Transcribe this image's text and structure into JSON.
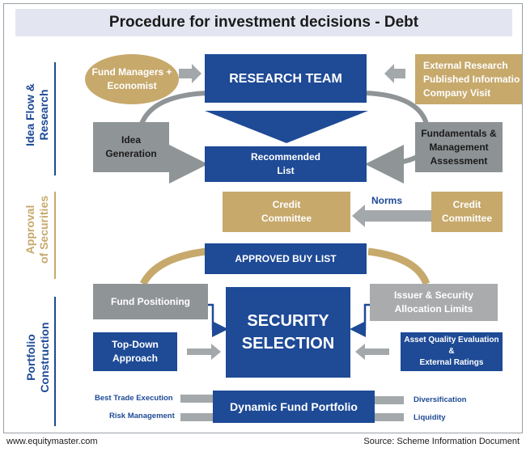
{
  "title": "Procedure for investment decisions - Debt",
  "sections": {
    "idea": "Idea Flow &\nResearch",
    "approval": "Approval\nof Securities",
    "portfolio": "Portfolio\nConstruction"
  },
  "boxes": {
    "fund_managers": "Fund Managers +\nEconomist",
    "research_team": "RESEARCH TEAM",
    "external_research": "External Research\nPublished Informatio\nCompany Visit",
    "idea_generation": "Idea\nGeneration",
    "recommended_list": "Recommended\nList",
    "fundamentals": "Fundamentals &\nManagement\nAssessment",
    "credit_committee_left": "Credit\nCommittee",
    "credit_committee_right": "Credit\nCommittee",
    "approved_buy_list": "APPROVED BUY LIST",
    "fund_positioning": "Fund Positioning",
    "issuer_limits": "Issuer & Security\nAllocation Limits",
    "security_selection": "SECURITY\nSELECTION",
    "top_down": "Top-Down\nApproach",
    "asset_quality": "Asset Quality Evaluation &\nExternal Ratings",
    "dynamic_portfolio": "Dynamic Fund Portfolio"
  },
  "labels": {
    "norms": "Norms",
    "best_trade": "Best Trade  Execution",
    "risk_management": "Risk Management",
    "diversification": "Diversification",
    "liquidity": "Liquidity"
  },
  "footer": {
    "left": "www.equitymaster.com",
    "right": "Source: Scheme Information Document"
  },
  "colors": {
    "blue": "#1e4a96",
    "gold": "#c7a96c",
    "gray": "#8f9496"
  }
}
